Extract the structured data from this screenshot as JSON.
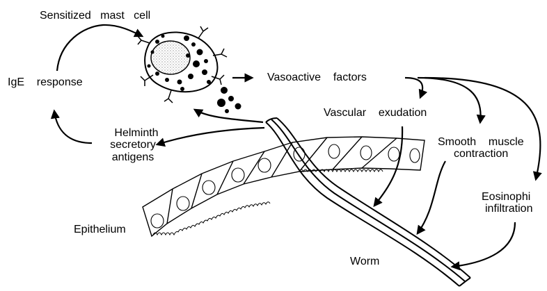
{
  "labels": {
    "mast_cell": "Sensitized   mast   cell",
    "ige": "IgE    response",
    "vasoactive": "Vasoactive    factors",
    "vascular": "Vascular    exudation",
    "smooth_line1": "Smooth    muscle",
    "smooth_line2": "contraction",
    "helminth_line1": "Helminth",
    "helminth_line2": "secretory",
    "helminth_line3": "antigens",
    "eosin_line1": "Eosinophi",
    "eosin_line2": "infiltration",
    "epithelium": "Epithelium",
    "worm": "Worm"
  }
}
